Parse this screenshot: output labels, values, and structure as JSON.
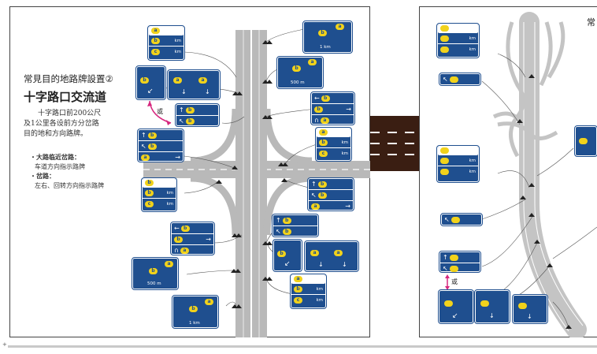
{
  "left_panel": {
    "subtitle": "常見目的地路牌設置②",
    "title": "十字路口交流道",
    "description_lines": [
      "十字路口前200公尺",
      "及1公里各设前方分岔路",
      "目的地和方向路牌。"
    ],
    "bullets": [
      {
        "head": "・大路临近岔路：",
        "body": "车道方向指示路牌"
      },
      {
        "head": "・岔路：",
        "body": "左右、回转方向指示路牌"
      }
    ],
    "or_label": "或",
    "badge_a": "a",
    "badge_b": "b",
    "badge_c": "c",
    "km": "km",
    "dist_500": "500 m",
    "dist_1k": "1 km"
  },
  "right_panel": {
    "or_label": "或",
    "km": "km",
    "title_partial": "常"
  },
  "colors": {
    "sign_blue": "#1f4f8f",
    "badge_yellow": "#f1d21b",
    "road_gray": "#b9b9b9",
    "arrow_pink": "#d6277e"
  }
}
